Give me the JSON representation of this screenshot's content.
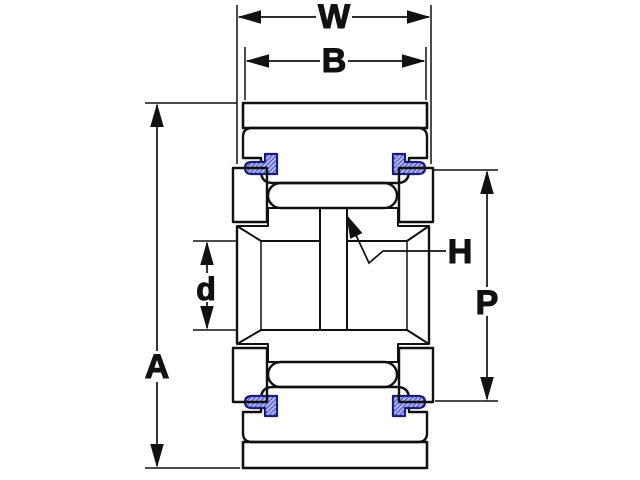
{
  "diagram": {
    "labels": {
      "overall_width": "W",
      "roller_width": "B",
      "outside_diameter": "A",
      "bore_diameter": "d",
      "lube_hole": "H",
      "plate_diameter": "P"
    }
  },
  "colors": {
    "bg": "#ffffff",
    "line": "#111111",
    "tire_hatch": "#4a4ae0",
    "tire_bg": "#f7f8fe",
    "seal_fill": "#aab6ee",
    "seal_line": "#181868",
    "seal_hatch": "#3c3cc8"
  }
}
